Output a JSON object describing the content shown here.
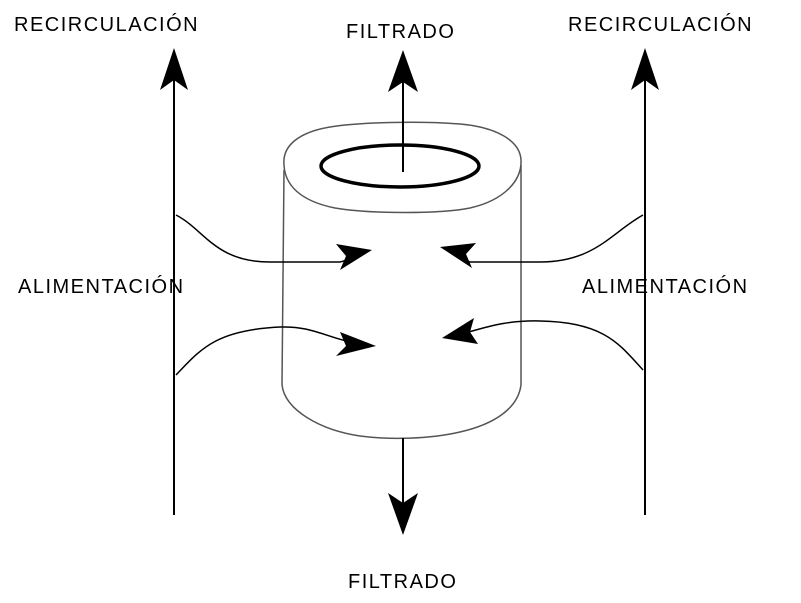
{
  "labels": {
    "recirculation_left": "RECIRCULACIÓN",
    "filtrate_top": "FILTRADO",
    "recirculation_right": "RECIRCULACIÓN",
    "feed_left": "ALIMENTACIÓN",
    "feed_right": "ALIMENTACIÓN",
    "filtrate_bottom": "FILTRADO"
  },
  "colors": {
    "stroke": "#000000",
    "cylinder_stroke": "#555555",
    "background": "#ffffff"
  }
}
